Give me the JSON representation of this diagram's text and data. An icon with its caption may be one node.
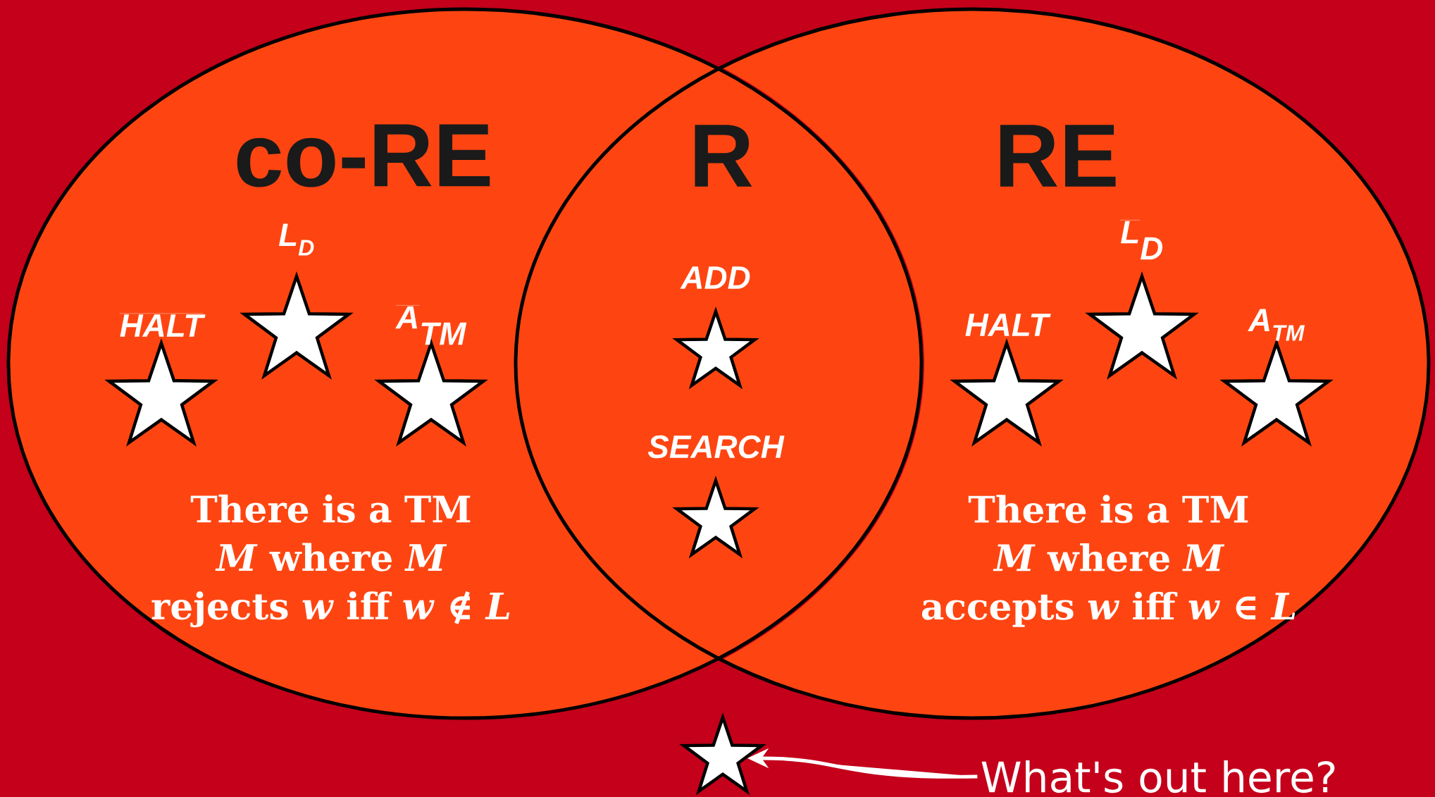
{
  "diagram": {
    "nodes": [
      {
        "text": [
          "co-RE",
          "There is a TM *M* where *M* rejects *w* iff *w* ∉ *L*"
        ]
      },
      {
        "text": [
          "RE",
          "There is a TM *M* where *M* accepts *w* iff *w* ∈ *L*"
        ]
      },
      {
        "text": [],
        "shape": "star",
        "in": 0,
        "beside": [
          "L$_{D}$"
        ]
      },
      {
        "text": [],
        "shape": "star",
        "in": 0,
        "beside": [
          "\\overline{\\textbf{\\textit{HALT}}}"
        ]
      },
      {
        "text": [],
        "shape": "star",
        "in": 0,
        "beside": [
          "\\overline{\\textbf{A}}_{\\textbf{TM}}"
        ]
      },
      {
        "text": [],
        "shape": "star",
        "beside": [
          "ADD"
        ]
      },
      {
        "text": [],
        "shape": "star",
        "beside": [
          "SEARCH"
        ]
      },
      {
        "text": [],
        "shape": "star",
        "in": 1,
        "beside": [
          "\\overline{\\textbf{\\textit{L}}}_{\\textbf{D}}"
        ]
      },
      {
        "text": [],
        "shape": "star",
        "in": 1,
        "beside": [
          "HALT"
        ]
      },
      {
        "text": [],
        "shape": "star",
        "in": 1,
        "beside": [
          "A$_{TM}$"
        ]
      },
      {
        "text": [],
        "shape": "star"
      },
      {
        "text": [
          "What's out here?"
        ]
      }
    ],
    "edges": [
      {
        "from": 11,
        "to": 10,
        "arrow": "to"
      }
    ],
    "labels": [
      "R"
    ]
  }
}
